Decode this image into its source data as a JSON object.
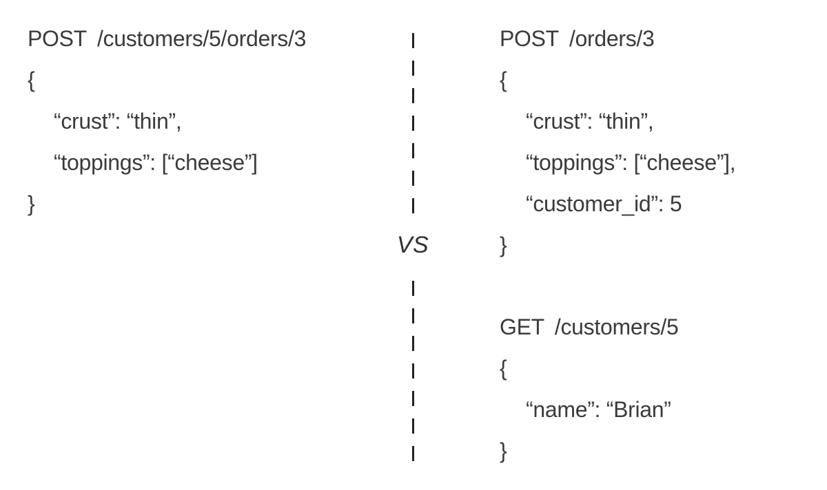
{
  "colors": {
    "background": "#ffffff",
    "text": "#3b3b3b",
    "divider": "#222222"
  },
  "divider": {
    "label": "VS"
  },
  "left_request": {
    "method": "POST",
    "path": "/customers/5/orders/3",
    "body": [
      "{",
      "“crust”: “thin”,",
      "“toppings”: [“cheese”]",
      "}"
    ]
  },
  "right_request_1": {
    "method": "POST",
    "path": "/orders/3",
    "body": [
      "{",
      "“crust”: “thin”,",
      "“toppings”: [“cheese”],",
      "“customer_id”: 5",
      "}"
    ]
  },
  "right_request_2": {
    "method": "GET",
    "path": "/customers/5",
    "body": [
      "{",
      "“name”: “Brian”",
      "}"
    ]
  }
}
